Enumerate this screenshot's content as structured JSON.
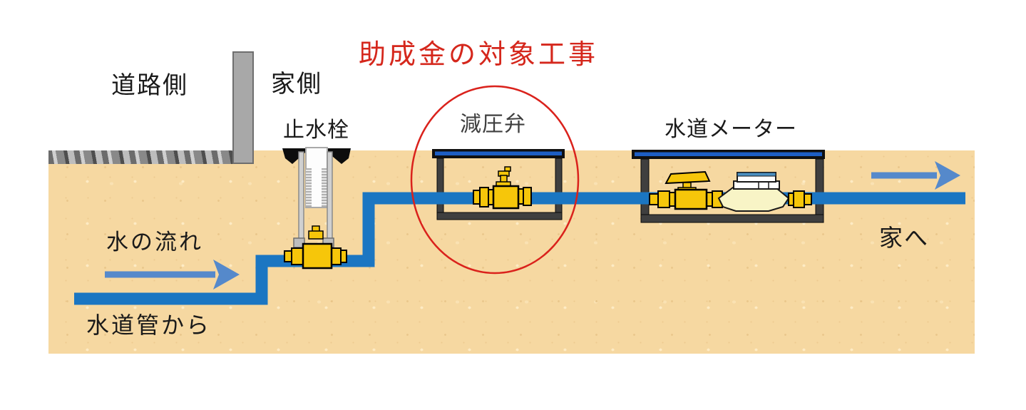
{
  "title": {
    "text": "助成金の対象工事"
  },
  "labels": {
    "road_side": "道路側",
    "house_side": "家側",
    "stop_valve": "止水栓",
    "pressure_reducing_valve": "減圧弁",
    "water_meter": "水道メーター",
    "water_flow": "水の流れ",
    "from_water_main": "水道管から",
    "to_house": "家へ"
  },
  "colors": {
    "pipe_blue": "#1b76c2",
    "flow_arrow_blue": "#5589cb",
    "box_lid_blue": "#1d5ec4",
    "box_frame_gray": "#3f3f3f",
    "brass_yellow": "#f6c60a",
    "meter_body_yellow": "#f8f4c6",
    "meter_cap_stripe_blue": "#4a8fc0",
    "highlight_red": "#da221c",
    "title_red": "#d5271c",
    "ground_sand": "#f6d8a1",
    "asphalt_gray": "#8f8f8f",
    "wall_gray": "#a8a8a8",
    "reducing_valve_label_gray": "#3f3f3f",
    "text_black": "#1a1a1a"
  }
}
